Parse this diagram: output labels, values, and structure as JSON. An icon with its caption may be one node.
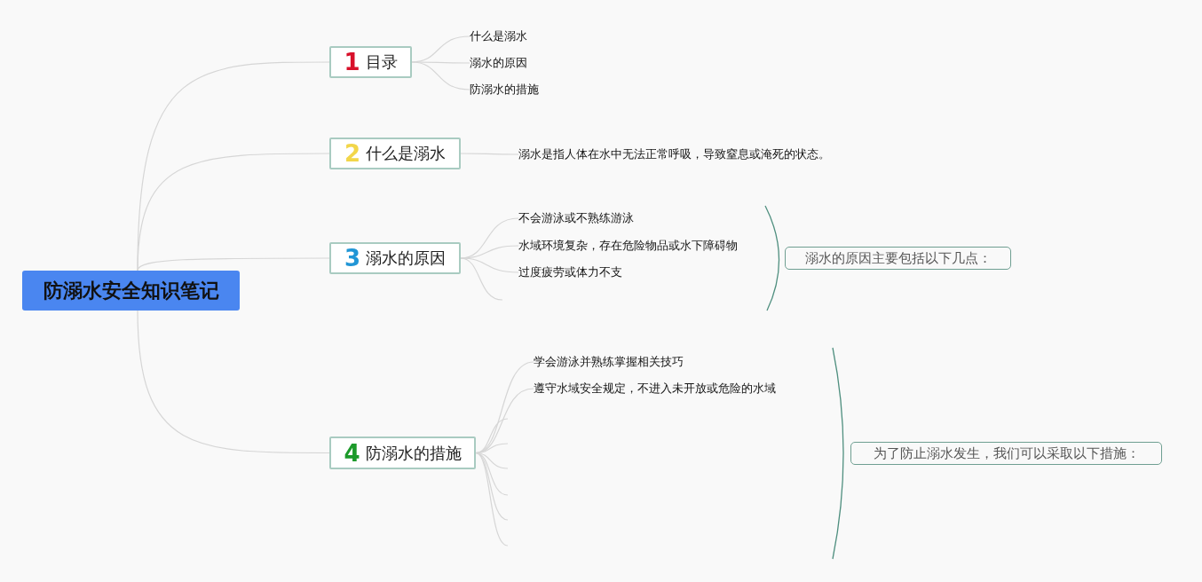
{
  "diagram": {
    "nodes": [
      {
        "text": [
          "防溺水安全知识笔记"
        ]
      },
      {
        "text": [
          "1",
          "目录"
        ]
      },
      {
        "text": [
          "什么是溺水"
        ]
      },
      {
        "text": [
          "溺水的原因"
        ]
      },
      {
        "text": [
          "防溺水的措施"
        ]
      },
      {
        "text": [
          "2",
          "什么是溺水"
        ]
      },
      {
        "text": [
          "溺水是指人体在水中无法正常呼吸，导致窒息或淹死的状态。"
        ]
      },
      {
        "text": [
          "3",
          "溺水的原因"
        ]
      },
      {
        "text": [
          "不会游泳或不熟练游泳"
        ]
      },
      {
        "text": [
          "水域环境复杂，存在危险物品或水下障碍物"
        ]
      },
      {
        "text": [
          "过度疲劳或体力不支"
        ]
      },
      {
        "text": [
          "溺水的原因主要包括以下几点："
        ]
      },
      {
        "text": [
          "4",
          "防溺水的措施"
        ]
      },
      {
        "text": [
          "学会游泳并熟练掌握相关技巧"
        ]
      },
      {
        "text": [
          "遵守水域安全规定，不进入未开放或危险的水域"
        ]
      },
      {
        "text": [
          "为了防止溺水发生，我们可以采取以下措施："
        ]
      }
    ],
    "edges": [
      {
        "from": 0,
        "to": 1,
        "arrow": "none"
      },
      {
        "from": 0,
        "to": 5,
        "arrow": "none"
      },
      {
        "from": 0,
        "to": 7,
        "arrow": "none"
      },
      {
        "from": 0,
        "to": 12,
        "arrow": "none"
      },
      {
        "from": 1,
        "to": 2,
        "arrow": "none"
      },
      {
        "from": 1,
        "to": 3,
        "arrow": "none"
      },
      {
        "from": 1,
        "to": 4,
        "arrow": "none"
      },
      {
        "from": 5,
        "to": 6,
        "arrow": "none"
      },
      {
        "from": 7,
        "to": 8,
        "arrow": "none"
      },
      {
        "from": 7,
        "to": 9,
        "arrow": "none"
      },
      {
        "from": 7,
        "to": 10,
        "arrow": "none"
      },
      {
        "from": 7,
        "to": null,
        "arrow": "none"
      },
      {
        "from": 12,
        "to": 13,
        "arrow": "none"
      },
      {
        "from": 12,
        "to": 14,
        "arrow": "none"
      },
      {
        "from": 12,
        "to": null,
        "arrow": "none"
      },
      {
        "from": 12,
        "to": null,
        "arrow": "none"
      },
      {
        "from": 12,
        "to": null,
        "arrow": "none"
      },
      {
        "from": 12,
        "to": null,
        "arrow": "none"
      },
      {
        "from": 12,
        "to": null,
        "arrow": "none"
      },
      {
        "from": 12,
        "to": null,
        "arrow": "none"
      }
    ]
  }
}
